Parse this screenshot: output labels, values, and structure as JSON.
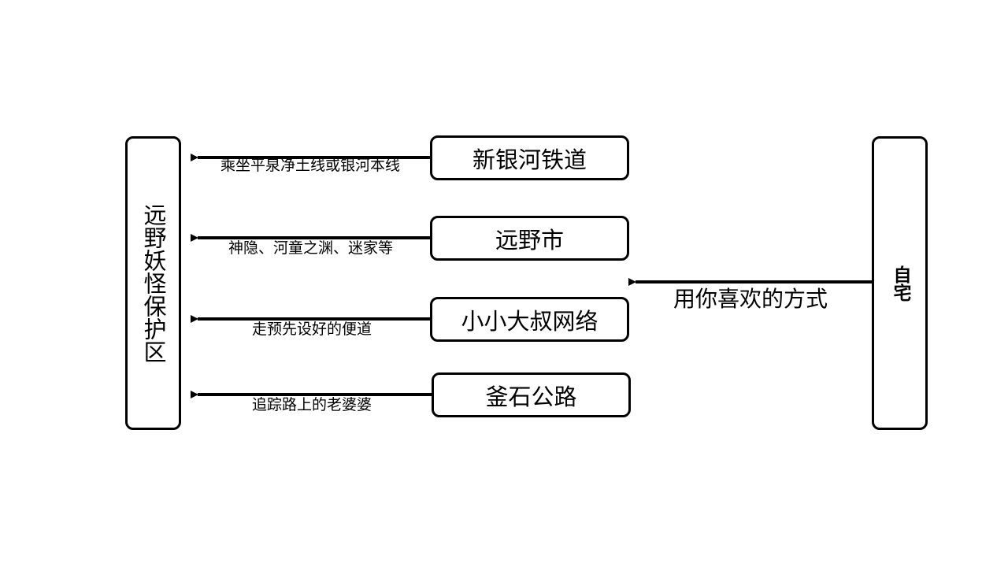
{
  "destination": {
    "label": "远野妖怪保护区"
  },
  "home": {
    "label": "自宅"
  },
  "main_edge": {
    "label": "用你喜欢的方式"
  },
  "routes": [
    {
      "node_label": "新银河铁道",
      "edge_label": "乘坐平泉净土线或银河本线"
    },
    {
      "node_label": "远野市",
      "edge_label": "神隐、河童之渊、迷家等"
    },
    {
      "node_label": "小小大叔网络",
      "edge_label": "走预先设好的便道"
    },
    {
      "node_label": "釜石公路",
      "edge_label": "追踪路上的老婆婆"
    }
  ]
}
